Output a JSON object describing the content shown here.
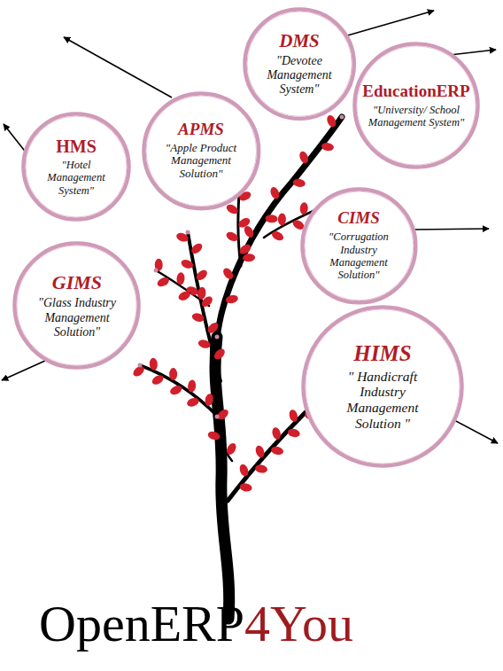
{
  "diagram": {
    "title": "OpenERP4You",
    "nodes": [
      {
        "text": [
          "DMS",
          "\"Devotee Management System\""
        ]
      },
      {
        "text": [
          "EducationERP",
          "\"University/ School Management System\""
        ]
      },
      {
        "text": [
          "APMS",
          "\"Apple Product Management Solution\""
        ]
      },
      {
        "text": [
          "HMS",
          "\"Hotel Management System\""
        ]
      },
      {
        "text": [
          "CIMS",
          "\"Corrugation Industry Management Solution\""
        ]
      },
      {
        "text": [
          "GIMS",
          "\"Glass Industry Management Solution\""
        ]
      },
      {
        "text": [
          "HIMS",
          "\" Handicraft Industry Management Solution \""
        ]
      }
    ]
  }
}
